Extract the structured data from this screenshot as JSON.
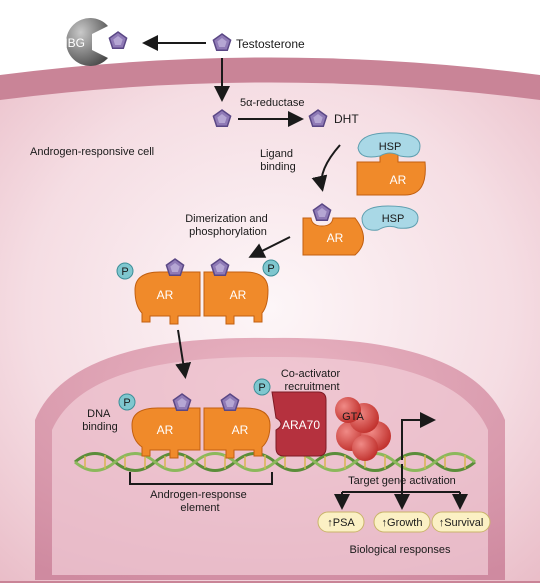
{
  "labels": {
    "shbg": "SHBG",
    "testosterone": "Testosterone",
    "reductase": "5α-reductase",
    "dht": "DHT",
    "cell": "Androgen-responsive cell",
    "ligand_binding": [
      "Ligand",
      "binding"
    ],
    "hsp": "HSP",
    "ar": "AR",
    "dimerization": [
      "Dimerization and",
      "phosphorylation"
    ],
    "p": "P",
    "coactivator": [
      "Co-activator",
      "recruitment"
    ],
    "dna_binding": [
      "DNA",
      "binding"
    ],
    "ara70": "ARA70",
    "gta": "GTA",
    "are": [
      "Androgen-response",
      "element"
    ],
    "target": "Target gene activation",
    "psa": "PSA",
    "growth": "Growth",
    "survival": "Survival",
    "biological": "Biological responses"
  },
  "colors": {
    "outer_membrane": "#c98497",
    "cytoplasm": "#f6e1e6",
    "nucleus": "#e2a7b8",
    "hormone": "#8f7ab6",
    "receptor": "#f08a2a",
    "hsp": "#a9d8e6",
    "phosphate": "#7fc7cf",
    "ara70": "#b5313e",
    "gta": "#d2453f",
    "response_box": "#fbf0c4"
  },
  "icons": {
    "hormone": "pentagon-icon",
    "arrow_up": "up-arrow-icon"
  }
}
